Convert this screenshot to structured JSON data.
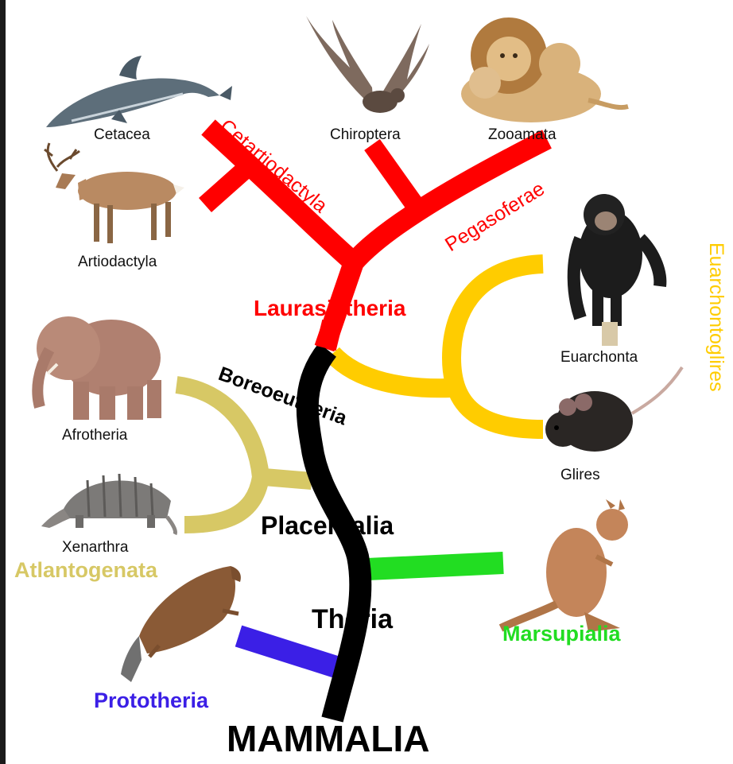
{
  "diagram": {
    "colors": {
      "laurasiatheria": "#ff0000",
      "euarchontoglires": "#ffcc00",
      "atlantogenata": "#d7c865",
      "marsupialia": "#22dd22",
      "prototheria": "#3b1fe6",
      "trunk": "#000000"
    },
    "clades": {
      "mammalia": "MAMMALIA",
      "theria": "Theria",
      "placentalia": "Placentalia",
      "boreoeutheria": "Boreoeutheria",
      "laurasiatheria": "Laurasiatheria",
      "cetartiodactyla": "Cetartiodactyla",
      "pegasoferae": "Pegasoferae",
      "euarchontoglires": "Euarchontoglires",
      "atlantogenata": "Atlantogenata",
      "marsupialia": "Marsupialia",
      "prototheria": "Prototheria"
    },
    "taxa": {
      "cetacea": "Cetacea",
      "artiodactyla": "Artiodactyla",
      "chiroptera": "Chiroptera",
      "zooamata": "Zooamata",
      "euarchonta": "Euarchonta",
      "glires": "Glires",
      "afrotheria": "Afrotheria",
      "xenarthra": "Xenarthra"
    },
    "animal_icons": [
      "dolphin-icon",
      "deer-icon",
      "bat-icon",
      "lion-icon",
      "chimpanzee-icon",
      "mouse-icon",
      "elephant-icon",
      "armadillo-icon",
      "kangaroo-icon",
      "platypus-icon"
    ]
  }
}
